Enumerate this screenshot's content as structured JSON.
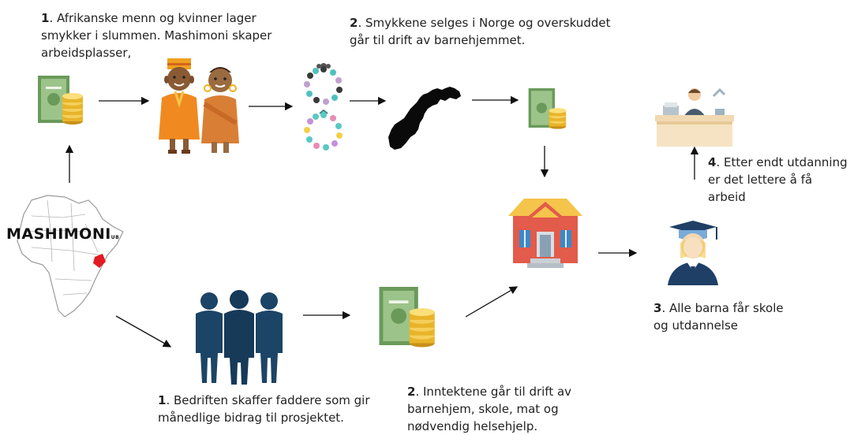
{
  "brand": {
    "logo_text": "MASHIMONI",
    "logo_suffix": "UB"
  },
  "steps": {
    "top_1": {
      "number": "1",
      "text": ". Afrikanske menn og kvinner lager smykker i slummen. Mashimoni skaper arbeidsplasser,"
    },
    "top_2": {
      "number": "2",
      "text": ". Smykkene selges i Norge og overskuddet går til drift av barnehjemmet."
    },
    "bottom_1": {
      "number": "1",
      "text": ". Bedriften skaffer faddere som gir månedlige bidrag til prosjektet."
    },
    "bottom_2": {
      "number": "2",
      "text": ". Inntektene går til drift av barnehjem, skole, mat og nødvendig helsehjelp."
    },
    "step_3": {
      "number": "3",
      "text": ". Alle barna får skole og utdannelse"
    },
    "step_4": {
      "number": "4",
      "text": ". Etter endt utdanning er det lettere å få arbeid"
    }
  },
  "icons": [
    "money-icon",
    "african-people-icon",
    "bracelets-icon",
    "norway-map-icon",
    "money-small-icon",
    "office-worker-icon",
    "africa-map-icon",
    "sponsors-icon",
    "money-bottom-icon",
    "orphanage-house-icon",
    "graduate-icon"
  ],
  "colors": {
    "money_green": "#6a9a5a",
    "coin_gold": "#e8b42a",
    "house_red": "#e25b4b",
    "roof_yellow": "#f5c44a",
    "graduate_navy": "#1f3f66",
    "people_navy": "#1c4466",
    "kenya_red": "#e21b23"
  }
}
